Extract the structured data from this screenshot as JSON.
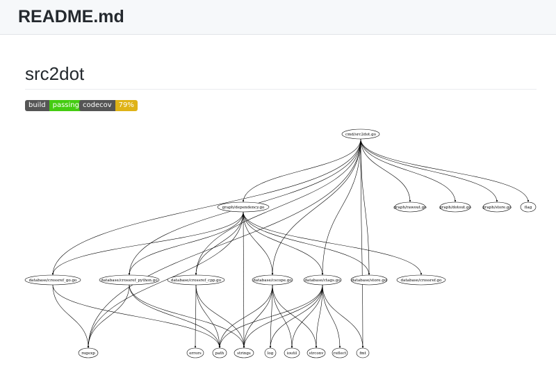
{
  "header": {
    "file_name": "README.md"
  },
  "readme": {
    "title": "src2dot",
    "badges": [
      {
        "label": "build",
        "value": "passing",
        "color": "#4c1"
      },
      {
        "label": "codecov",
        "value": "79%",
        "color": "#dfb317"
      }
    ]
  },
  "graph": {
    "nodes": [
      {
        "id": "cmd",
        "label": "cmd/src2dot.go"
      },
      {
        "id": "dep",
        "label": "graph/dependency.go"
      },
      {
        "id": "rawout",
        "label": "graph/rawout.go"
      },
      {
        "id": "dotout",
        "label": "graph/dotout.go"
      },
      {
        "id": "store",
        "label": "graph/store.go"
      },
      {
        "id": "flag",
        "label": "flag"
      },
      {
        "id": "crgo",
        "label": "database/crossref_go.go"
      },
      {
        "id": "crpy",
        "label": "database/crossref_python.go"
      },
      {
        "id": "crcpp",
        "label": "database/crossref_cpp.go"
      },
      {
        "id": "cscope",
        "label": "database/cscope.go"
      },
      {
        "id": "ctags",
        "label": "database/ctags.go"
      },
      {
        "id": "dbstore",
        "label": "database/store.go"
      },
      {
        "id": "crossref",
        "label": "database/crossref.go"
      },
      {
        "id": "regexp",
        "label": "regexp"
      },
      {
        "id": "errors",
        "label": "errors"
      },
      {
        "id": "path",
        "label": "path"
      },
      {
        "id": "strings",
        "label": "strings"
      },
      {
        "id": "log",
        "label": "log"
      },
      {
        "id": "ioutil",
        "label": "ioutil"
      },
      {
        "id": "strconv",
        "label": "strconv"
      },
      {
        "id": "reflect",
        "label": "reflect"
      },
      {
        "id": "fmt",
        "label": "fmt"
      }
    ],
    "edges": [
      [
        "cmd",
        "dep"
      ],
      [
        "cmd",
        "rawout"
      ],
      [
        "cmd",
        "dotout"
      ],
      [
        "cmd",
        "store"
      ],
      [
        "cmd",
        "flag"
      ],
      [
        "cmd",
        "crgo"
      ],
      [
        "cmd",
        "crpy"
      ],
      [
        "cmd",
        "crcpp"
      ],
      [
        "cmd",
        "cscope"
      ],
      [
        "cmd",
        "ctags"
      ],
      [
        "cmd",
        "dbstore"
      ],
      [
        "cmd",
        "regexp"
      ],
      [
        "cmd",
        "fmt"
      ],
      [
        "dep",
        "crgo"
      ],
      [
        "dep",
        "crpy"
      ],
      [
        "dep",
        "crcpp"
      ],
      [
        "dep",
        "cscope"
      ],
      [
        "dep",
        "ctags"
      ],
      [
        "dep",
        "dbstore"
      ],
      [
        "dep",
        "crossref"
      ],
      [
        "dep",
        "strings"
      ],
      [
        "dep",
        "regexp"
      ],
      [
        "crgo",
        "regexp"
      ],
      [
        "crgo",
        "path"
      ],
      [
        "crpy",
        "regexp"
      ],
      [
        "crpy",
        "path"
      ],
      [
        "crpy",
        "strings"
      ],
      [
        "crcpp",
        "errors"
      ],
      [
        "crcpp",
        "path"
      ],
      [
        "crcpp",
        "strings"
      ],
      [
        "cscope",
        "path"
      ],
      [
        "cscope",
        "strings"
      ],
      [
        "cscope",
        "log"
      ],
      [
        "cscope",
        "ioutil"
      ],
      [
        "cscope",
        "strconv"
      ],
      [
        "ctags",
        "path"
      ],
      [
        "ctags",
        "strings"
      ],
      [
        "ctags",
        "log"
      ],
      [
        "ctags",
        "ioutil"
      ],
      [
        "ctags",
        "strconv"
      ],
      [
        "ctags",
        "reflect"
      ],
      [
        "ctags",
        "fmt"
      ]
    ]
  }
}
